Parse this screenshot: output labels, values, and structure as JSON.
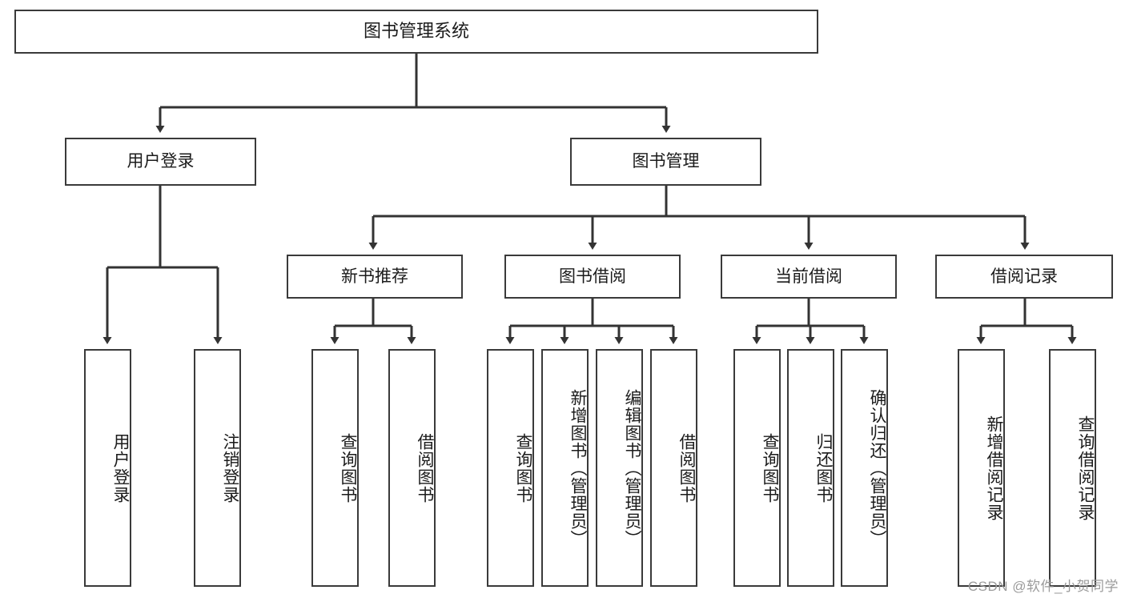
{
  "diagram": {
    "type": "tree",
    "title": "图书管理系统",
    "root": {
      "label": "图书管理系统"
    },
    "level1": [
      {
        "label": "用户登录"
      },
      {
        "label": "图书管理"
      }
    ],
    "level2": [
      {
        "label": "新书推荐"
      },
      {
        "label": "图书借阅"
      },
      {
        "label": "当前借阅"
      },
      {
        "label": "借阅记录"
      }
    ],
    "leaves": {
      "user_login": [
        {
          "label": "用户登录"
        },
        {
          "label": "注销登录"
        }
      ],
      "new_book_recommend": [
        {
          "label": "查询图书"
        },
        {
          "label": "借阅图书"
        }
      ],
      "book_borrow": [
        {
          "label": "查询图书"
        },
        {
          "label": "新增图书（管理员）"
        },
        {
          "label": "编辑图书（管理员）"
        },
        {
          "label": "借阅图书"
        }
      ],
      "current_borrow": [
        {
          "label": "查询图书"
        },
        {
          "label": "归还图书"
        },
        {
          "label": "确认归还（管理员）"
        }
      ],
      "borrow_record": [
        {
          "label": "新增借阅记录"
        },
        {
          "label": "查询借阅记录"
        }
      ]
    }
  },
  "watermark": {
    "text": "CSDN @软件_小贺同学"
  },
  "colors": {
    "box_border": "#3a3a3a",
    "box_fill": "#ffffff",
    "text": "#1b1b1b",
    "wire": "#333333",
    "watermark": "#9b9b9b"
  }
}
